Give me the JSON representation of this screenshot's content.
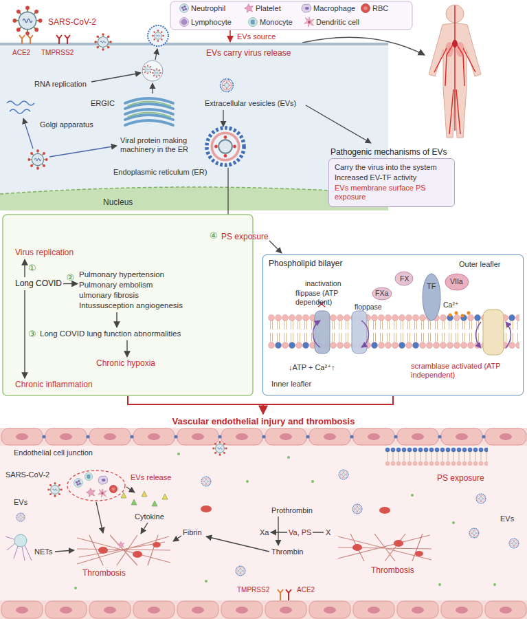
{
  "diagram": {
    "nodes": [
      {
        "text": [
          "Pathogenic mechanisms of EVs",
          "Carry the virus into the system",
          "Increased EV-TF activity",
          "EVs membrane surface PS exposure"
        ]
      },
      {
        "text": [
          "Virus replication"
        ]
      },
      {
        "text": [
          "Phospholipid bilayer"
        ]
      },
      {
        "text": [
          "Pulmonary hypertension",
          "Pulmonary embolism",
          "ulmonary fibrosis",
          "Intussusception angiogenesis"
        ]
      },
      {
        "text": [
          "Long COVID"
        ]
      },
      {
        "text": [
          "Long COVID lung function abnormalities"
        ]
      },
      {
        "text": [
          "Chronic hypoxia"
        ]
      },
      {
        "text": [
          "Chronic inflammation"
        ]
      },
      {
        "text": [
          "Vascular endothelial injury and thrombosis"
        ]
      }
    ],
    "edges": [
      {
        "from": 4,
        "to": 1,
        "arrow": "to",
        "label": "①"
      },
      {
        "from": 4,
        "to": 3,
        "arrow": "to",
        "label": "②"
      },
      {
        "from": 4,
        "to": 7,
        "arrow": "to",
        "label": "③"
      },
      {
        "from": 3,
        "to": 5,
        "arrow": "to"
      },
      {
        "from": 5,
        "to": 6,
        "arrow": "to"
      }
    ],
    "labels": [
      "SARS-CoV-2",
      "ACE2",
      "TMPRSS2",
      "EVs source",
      "EVs carry virus release",
      "RNA replication",
      "ERGIC",
      "Golgi apparatus",
      "Extracellular vesicles (EVs)",
      "Viral protein making machinery in the ER",
      "Endoplasmic reticulum (ER)",
      "Nucleus",
      "④",
      "PS exposure",
      "Outer leafler",
      "inactivation",
      "flippase (ATP dependent)",
      "floppase",
      "FXa",
      "FX",
      "TF",
      "VIIa",
      "Ca²⁺",
      "↓ATP + Ca²⁺↑",
      "Inner leafler",
      "scramblase activated (ATP independent)",
      "Endothelial cell junction",
      "SARS-CoV-2",
      "EVs release",
      "EVs",
      "Cytokine",
      "Fibrin",
      "NETs",
      "Thrombosis",
      "Prothrombin",
      "Xa",
      "Va, PS",
      "X",
      "Thrombin",
      "PS exposure",
      "EVs",
      "Thrombosis",
      "TMPRSS2",
      "ACE2"
    ],
    "legend": [
      {
        "text": "Neutrophil"
      },
      {
        "text": "Platelet"
      },
      {
        "text": "Macrophage"
      },
      {
        "text": "RBC"
      },
      {
        "text": "Lymphocyte"
      },
      {
        "text": "Monocyte"
      },
      {
        "text": "Dendritic cell"
      }
    ]
  }
}
